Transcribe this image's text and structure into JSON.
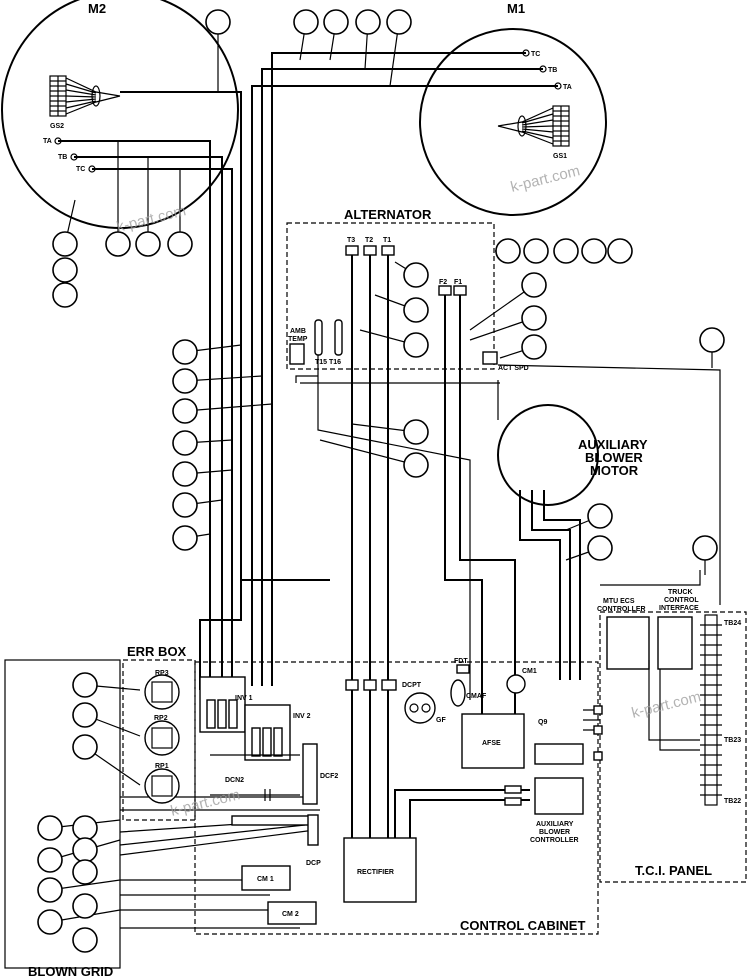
{
  "labels": {
    "m2": "M2",
    "m1": "M1",
    "gs2": "GS2",
    "gs1": "GS1",
    "ta": "TA",
    "tb": "TB",
    "tc": "TC",
    "alternator": "ALTERNATOR",
    "t1": "T1",
    "t2": "T2",
    "t3": "T3",
    "f1": "F1",
    "f2": "F2",
    "amb_temp_1": "AMB",
    "amb_temp_2": "TEMP",
    "t15_t16": "T15 T16",
    "act_spd": "ACT SPD",
    "aux_blower_1": "AUXILIARY",
    "aux_blower_2": "BLOWER",
    "aux_blower_3": "MOTOR",
    "err_box": "ERR BOX",
    "rp1": "RP1",
    "rp2": "RP2",
    "rp3": "RP3",
    "inv1": "INV 1",
    "inv2": "INV 2",
    "dcpt": "DCPT",
    "fdt": "FDT",
    "cm1_top": "CM1",
    "cmaf": "CMAF",
    "gf": "GF",
    "afse": "AFSE",
    "q9": "Q9",
    "dcn2": "DCN2",
    "dcf2": "DCF2",
    "dcp": "DCP",
    "rectifier": "RECTIFIER",
    "cm1": "CM 1",
    "cm2": "CM 2",
    "abc_1": "AUXILIARY",
    "abc_2": "BLOWER",
    "abc_3": "CONTROLLER",
    "control_cabinet": "CONTROL CABINET",
    "blown_grid": "BLOWN GRID",
    "mtu_1": "MTU ECS",
    "mtu_2": "CONTROLLER",
    "truck_1": "TRUCK",
    "truck_2": "CONTROL",
    "truck_3": "INTERFACE",
    "tb24": "TB24",
    "tb23": "TB23",
    "tb22": "TB22",
    "tci_panel": "T.C.I. PANEL"
  },
  "watermarks": [
    "k-part.com",
    "k-part.com",
    "k-part.com",
    "k-part.com"
  ]
}
